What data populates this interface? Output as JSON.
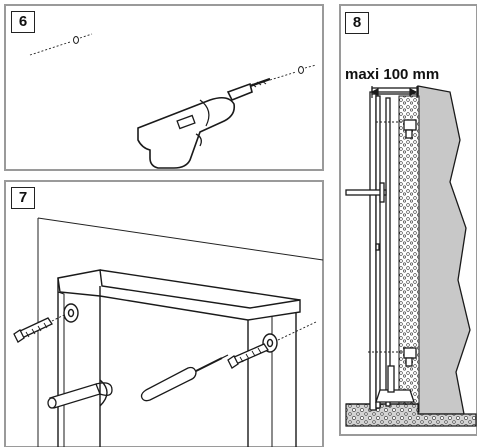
{
  "panels": [
    {
      "id": "drilling",
      "step": "6"
    },
    {
      "id": "anchoring",
      "step": "7"
    },
    {
      "id": "spacing",
      "step": "8"
    }
  ],
  "dimension": {
    "text": "maxi 100 mm"
  },
  "colors": {
    "frame": "#9a9a9a",
    "line": "#1a1a1a",
    "wall": "#c8c8c8",
    "floor": "#c9c9c9"
  }
}
